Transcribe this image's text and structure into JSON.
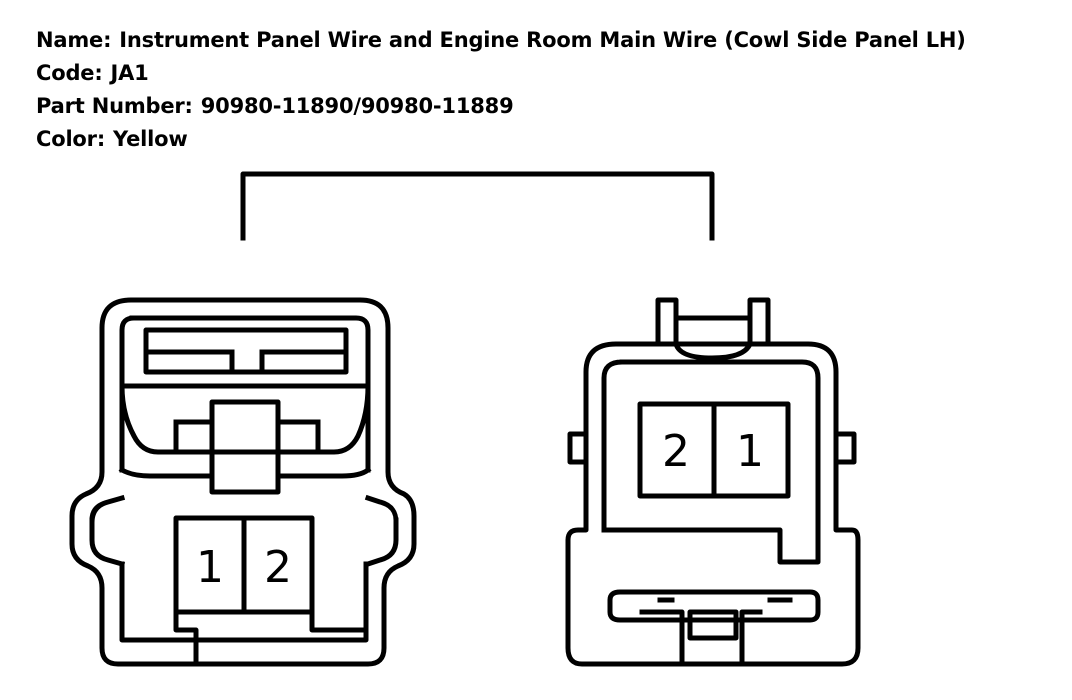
{
  "header": {
    "name_label": "Name:",
    "name_value": "Instrument Panel Wire and Engine Room Main Wire (Cowl Side Panel LH)",
    "code_label": "Code:",
    "code_value": "JA1",
    "part_label": "Part Number:",
    "part_value": "90980-11890/90980-11889",
    "color_label": "Color:",
    "color_value": "Yellow"
  },
  "connectors": {
    "left": {
      "pins": [
        "1",
        "2"
      ]
    },
    "right": {
      "pins": [
        "2",
        "1"
      ]
    }
  }
}
